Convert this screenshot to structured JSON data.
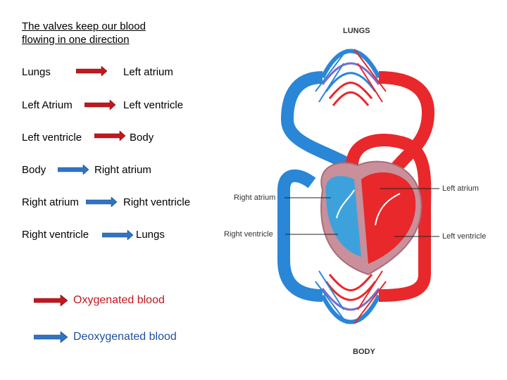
{
  "title": {
    "line1": "The valves keep our blood",
    "line2": "flowing in one direction"
  },
  "flows": [
    {
      "from": "Lungs",
      "to": "Left atrium",
      "arrow": "red"
    },
    {
      "from": "Left Atrium",
      "to": "Left ventricle",
      "arrow": "red"
    },
    {
      "from": "Left ventricle",
      "to": "Body",
      "arrow": "red"
    },
    {
      "from": "Body",
      "to": "Right atrium",
      "arrow": "blue"
    },
    {
      "from": "Right atrium",
      "to": "Right ventricle",
      "arrow": "blue"
    },
    {
      "from": "Right ventricle",
      "to": "Lungs",
      "arrow": "blue"
    }
  ],
  "legend": {
    "oxygenated": "Oxygenated blood",
    "deoxygenated": "Deoxygenated blood"
  },
  "diagram": {
    "top": "LUNGS",
    "bottom": "BODY",
    "right_atrium": "Right atrium",
    "right_ventricle": "Right ventricle",
    "left_atrium": "Left atrium",
    "left_ventricle": "Left ventricle"
  },
  "colors": {
    "red_arrow": "#c0181e",
    "blue_arrow": "#2f73c4",
    "oxy_text": "#c0181e",
    "deoxy_text": "#1f4f9e",
    "red_vessel": "#e8282b",
    "blue_vessel": "#2a86d6"
  }
}
